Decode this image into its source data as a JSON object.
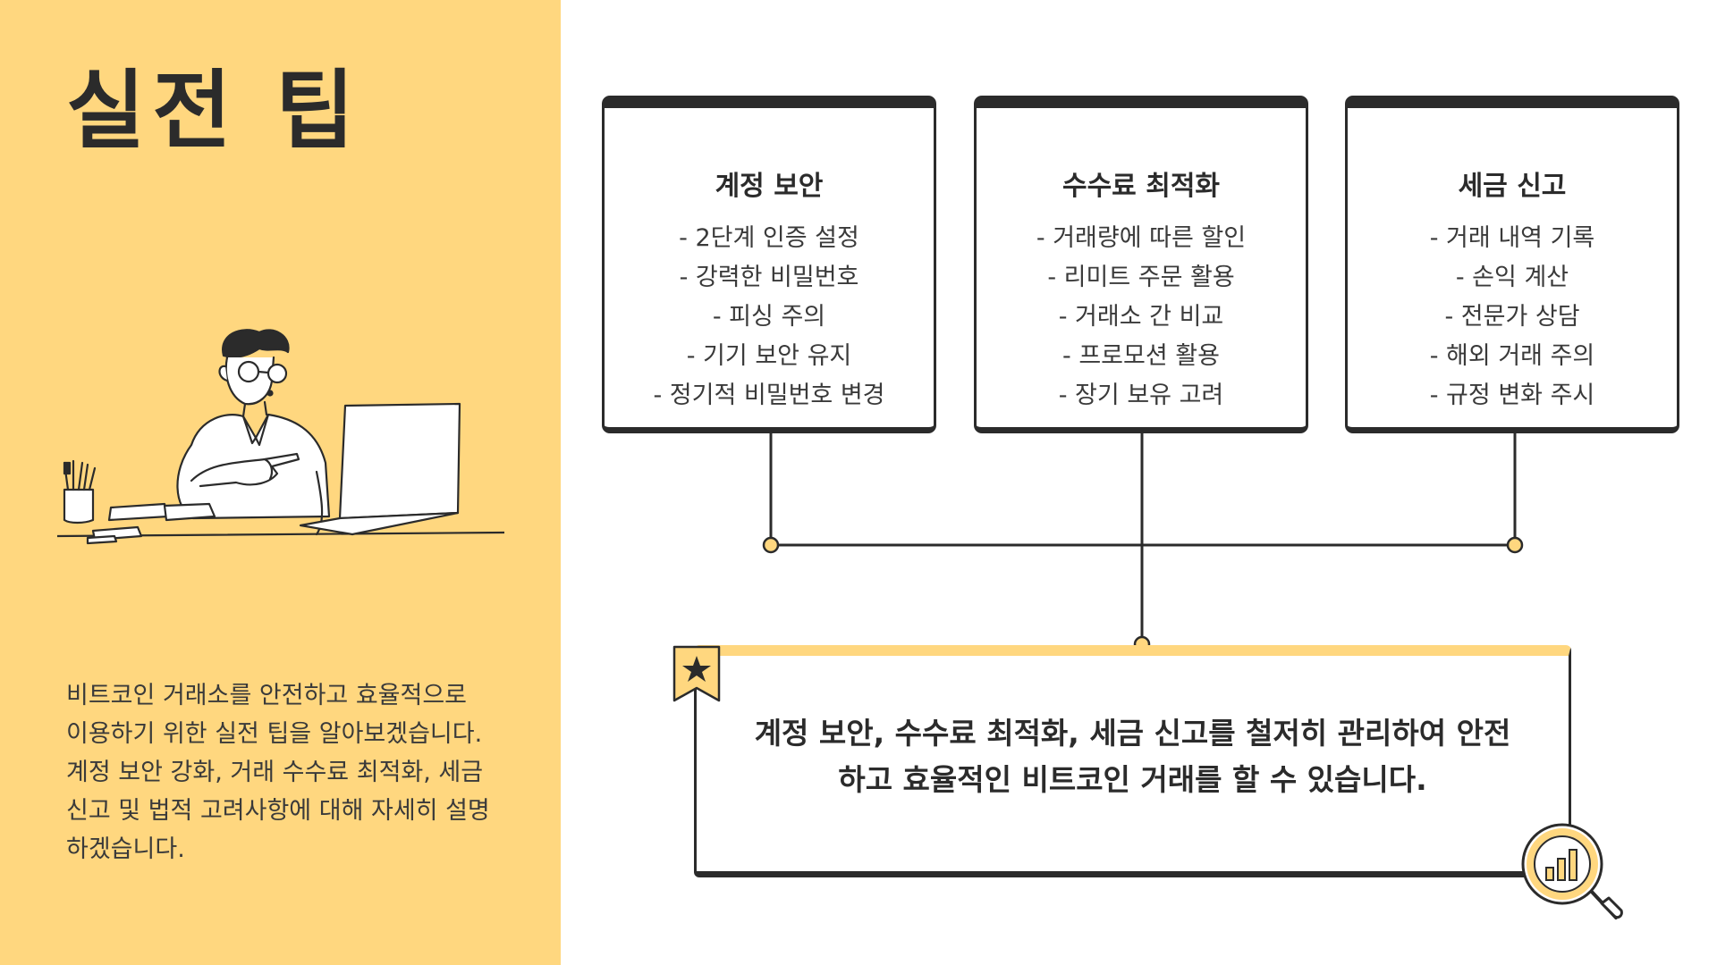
{
  "left_panel": {
    "title": "실전 팁",
    "description": "비트코인 거래소를 안전하고 효율적으로 이용하기 위한 실전 팁을 알아보겠습니다. 계정 보안 강화, 거래 수수료 최적화, 세금 신고 및 법적 고려사항에 대해 자세히 설명하겠습니다.",
    "accent_color": "#ffd77f"
  },
  "cards": [
    {
      "title": "계정 보안",
      "items": [
        "- 2단계 인증 설정",
        "- 강력한 비밀번호",
        "- 피싱 주의",
        "- 기기 보안 유지",
        "- 정기적 비밀번호 변경"
      ]
    },
    {
      "title": "수수료 최적화",
      "items": [
        "- 거래량에 따른 할인",
        "- 리미트 주문 활용",
        "- 거래소 간 비교",
        "- 프로모션 활용",
        "- 장기 보유 고려"
      ]
    },
    {
      "title": "세금 신고",
      "items": [
        "- 거래 내역 기록",
        "- 손익 계산",
        "- 전문가 상담",
        "- 해외 거래 주의",
        "- 규정 변화 주시"
      ]
    }
  ],
  "summary": {
    "text": "계정 보안, 수수료 최적화, 세금 신고를 철저히 관리하여 안전하고 효율적인 비트코인 거래를 할 수 있습니다."
  },
  "icons": {
    "badge": "star-icon",
    "magnifier": "magnifier-chart-icon",
    "illustration": "man-at-laptop-illustration"
  },
  "colors": {
    "dark": "#2b2b2b",
    "yellow": "#ffd77f",
    "dot_fill": "#ffd77f"
  }
}
